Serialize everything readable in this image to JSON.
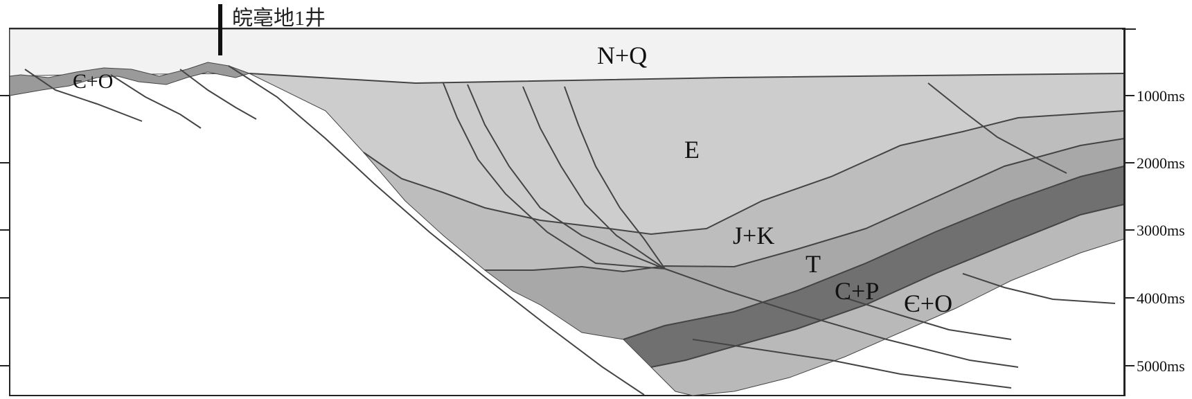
{
  "well": {
    "name": "皖亳地1井"
  },
  "axis": {
    "ticks": [
      "1000ms",
      "2000ms",
      "3000ms",
      "4000ms",
      "5000ms"
    ]
  },
  "units": {
    "nq": "N+Q",
    "e": "E",
    "jk": "J+K",
    "t": "T",
    "cp": "C+P",
    "eo_left": "Є+O",
    "eo_right": "Є+O"
  },
  "colors": {
    "nq": "#f2f2f2",
    "e": "#cdcdcd",
    "jk": "#bdbdbd",
    "t": "#a8a8a8",
    "cp": "#707070",
    "eo": "#b9b9b9",
    "eo_left": "#9a9a9a",
    "basement": "#ffffff"
  }
}
